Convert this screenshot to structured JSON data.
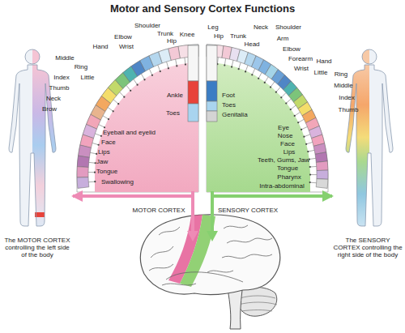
{
  "diagram": {
    "title": "Motor and Sensory Cortex Functions",
    "nodes": [
      {
        "text": [
          "Ankle",
          "Toes",
          "Eyeball and eyelid",
          "Face",
          "Lips",
          "Jaw",
          "Tongue",
          "Swallowing"
        ]
      },
      {
        "text": [
          "Foot",
          "Toes",
          "Genitalia",
          "Eye",
          "Nose",
          "Face",
          "Lips",
          "Teeth, Gums, Jaw",
          "Tongue",
          "Pharynx",
          "Intra-abdominal"
        ]
      },
      {
        "text": [
          "The MOTOR CORTEX controlling the left side of the body"
        ]
      },
      {
        "text": [
          "The SENSORY CORTEX controlling the right side of the body"
        ]
      }
    ],
    "edges": [
      {
        "from": 0,
        "to": 2,
        "arrow": "to"
      },
      {
        "from": 1,
        "to": 3,
        "arrow": "to"
      }
    ],
    "labels": [
      "Shoulder",
      "Trunk",
      "Knee",
      "Hip",
      "Elbow",
      "Wrist",
      "Hand",
      "Middle",
      "Ring",
      "Little",
      "Index",
      "Thumb",
      "Neck",
      "Brow",
      "Leg",
      "Hip",
      "Trunk",
      "Neck",
      "Head",
      "Shoulder",
      "Arm",
      "Elbow",
      "Forearm",
      "Wrist",
      "Hand",
      "Little",
      "Ring",
      "Middle",
      "Index",
      "Thumb",
      "MOTOR CORTEX",
      "SENSORY CORTEX"
    ]
  }
}
